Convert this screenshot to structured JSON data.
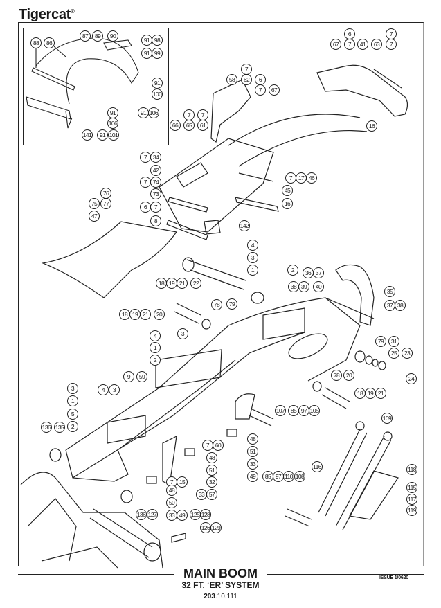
{
  "brand": {
    "name": "Tigercat",
    "mark": "®"
  },
  "title": {
    "main": "MAIN BOOM",
    "subtitle": "32 FT. ‘ER’ SYSTEM",
    "section_prefix": "203",
    "section_suffix": ".10.111",
    "issue": "ISSUE 1/0620"
  },
  "inset": {
    "callouts": [
      "88",
      "86",
      "87",
      "89",
      "90",
      "91",
      "98",
      "91",
      "99",
      "91",
      "100",
      "91",
      "106",
      "91",
      "106",
      "141",
      "91",
      "101"
    ]
  },
  "callouts": [
    {
      "label": "6"
    },
    {
      "label": "7"
    },
    {
      "label": "7"
    },
    {
      "label": "67"
    },
    {
      "label": "7"
    },
    {
      "label": "41"
    },
    {
      "label": "63"
    },
    {
      "label": "61"
    },
    {
      "label": "16"
    },
    {
      "label": "7"
    },
    {
      "label": "58"
    },
    {
      "label": "62"
    },
    {
      "label": "6"
    },
    {
      "label": "7"
    },
    {
      "label": "67"
    },
    {
      "label": "7"
    },
    {
      "label": "7"
    },
    {
      "label": "66"
    },
    {
      "label": "65"
    },
    {
      "label": "61"
    },
    {
      "label": "7"
    },
    {
      "label": "34"
    },
    {
      "label": "42"
    },
    {
      "label": "7"
    },
    {
      "label": "74"
    },
    {
      "label": "73"
    },
    {
      "label": "6"
    },
    {
      "label": "7"
    },
    {
      "label": "8"
    },
    {
      "label": "7"
    },
    {
      "label": "17"
    },
    {
      "label": "46"
    },
    {
      "label": "45"
    },
    {
      "label": "16"
    },
    {
      "label": "142"
    },
    {
      "label": "76"
    },
    {
      "label": "75"
    },
    {
      "label": "77"
    },
    {
      "label": "47"
    },
    {
      "label": "18"
    },
    {
      "label": "19"
    },
    {
      "label": "21"
    },
    {
      "label": "22"
    },
    {
      "label": "18"
    },
    {
      "label": "19"
    },
    {
      "label": "21"
    },
    {
      "label": "20"
    },
    {
      "label": "78"
    },
    {
      "label": "79"
    },
    {
      "label": "4"
    },
    {
      "label": "3"
    },
    {
      "label": "1"
    },
    {
      "label": "2"
    },
    {
      "label": "36"
    },
    {
      "label": "37"
    },
    {
      "label": "38"
    },
    {
      "label": "39"
    },
    {
      "label": "40"
    },
    {
      "label": "35"
    },
    {
      "label": "37"
    },
    {
      "label": "38"
    },
    {
      "label": "79"
    },
    {
      "label": "31"
    },
    {
      "label": "25"
    },
    {
      "label": "23"
    },
    {
      "label": "24"
    },
    {
      "label": "78"
    },
    {
      "label": "20"
    },
    {
      "label": "18"
    },
    {
      "label": "19"
    },
    {
      "label": "21"
    },
    {
      "label": "4"
    },
    {
      "label": "3"
    },
    {
      "label": "1"
    },
    {
      "label": "2"
    },
    {
      "label": "9"
    },
    {
      "label": "59"
    },
    {
      "label": "3"
    },
    {
      "label": "4"
    },
    {
      "label": "3"
    },
    {
      "label": "1"
    },
    {
      "label": "5"
    },
    {
      "label": "2"
    },
    {
      "label": "136"
    },
    {
      "label": "135"
    },
    {
      "label": "7"
    },
    {
      "label": "60"
    },
    {
      "label": "48"
    },
    {
      "label": "51"
    },
    {
      "label": "32"
    },
    {
      "label": "33"
    },
    {
      "label": "57"
    },
    {
      "label": "7"
    },
    {
      "label": "15"
    },
    {
      "label": "48"
    },
    {
      "label": "50"
    },
    {
      "label": "33"
    },
    {
      "label": "49"
    },
    {
      "label": "107"
    },
    {
      "label": "85"
    },
    {
      "label": "97"
    },
    {
      "label": "105"
    },
    {
      "label": "48"
    },
    {
      "label": "51"
    },
    {
      "label": "33"
    },
    {
      "label": "49"
    },
    {
      "label": "85"
    },
    {
      "label": "97"
    },
    {
      "label": "110"
    },
    {
      "label": "108"
    },
    {
      "label": "109"
    },
    {
      "label": "116"
    },
    {
      "label": "118"
    },
    {
      "label": "115"
    },
    {
      "label": "117"
    },
    {
      "label": "119"
    },
    {
      "label": "136"
    },
    {
      "label": "127"
    },
    {
      "label": "125"
    },
    {
      "label": "128"
    },
    {
      "label": "126"
    },
    {
      "label": "129"
    }
  ]
}
